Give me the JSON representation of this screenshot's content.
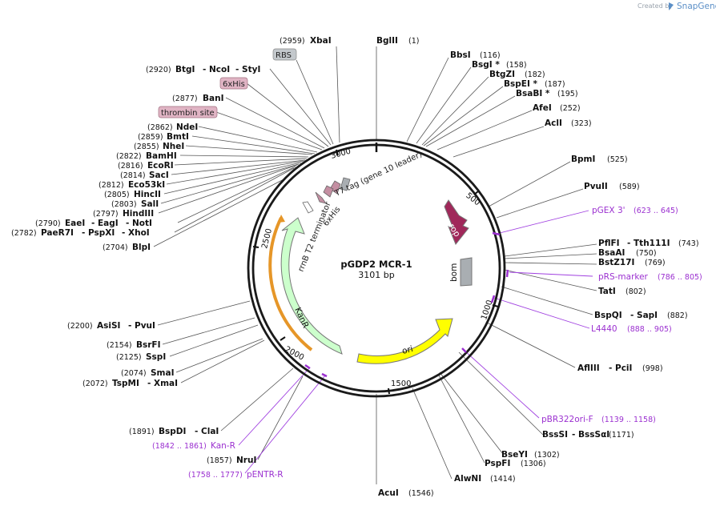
{
  "credit": {
    "created_by": "Created by",
    "brand": "SnapGene"
  },
  "plasmid": {
    "name": "pGDP2 MCR-1",
    "size": "3101 bp"
  },
  "ticks": [
    "500",
    "1000",
    "1500",
    "2000",
    "2500",
    "3000"
  ],
  "features": {
    "rop": "rop",
    "bom": "bom",
    "ori": "ori",
    "kanr": "KanR",
    "rrnb": "rrnB T2 terminator",
    "t7tag": "T7 tag (gene 10 leader)",
    "his": "6xHis"
  },
  "tags": {
    "rbs": "RBS",
    "his": "6xHis",
    "thrombin": "thrombin site"
  },
  "enzymes_left": [
    {
      "pos": "(2959)",
      "names": [
        "XbaI"
      ]
    },
    {
      "pos": "(2920)",
      "names": [
        "BtgI",
        "- NcoI",
        "- StyI"
      ]
    },
    {
      "pos": "(2877)",
      "names": [
        "BanI"
      ]
    },
    {
      "pos": "(2862)",
      "names": [
        "NdeI"
      ]
    },
    {
      "pos": "(2859)",
      "names": [
        "BmtI"
      ]
    },
    {
      "pos": "(2855)",
      "names": [
        "NheI"
      ]
    },
    {
      "pos": "(2822)",
      "names": [
        "BamHI"
      ]
    },
    {
      "pos": "(2816)",
      "names": [
        "EcoRI"
      ]
    },
    {
      "pos": "(2814)",
      "names": [
        "SacI"
      ]
    },
    {
      "pos": "(2812)",
      "names": [
        "Eco53kI"
      ]
    },
    {
      "pos": "(2805)",
      "names": [
        "HincII"
      ]
    },
    {
      "pos": "(2803)",
      "names": [
        "SalI"
      ]
    },
    {
      "pos": "(2797)",
      "names": [
        "HindIII"
      ]
    },
    {
      "pos": "(2790)",
      "names": [
        "EaeI",
        "- EagI",
        "- NotI"
      ]
    },
    {
      "pos": "(2782)",
      "names": [
        "PaeR7I",
        "- PspXI",
        "- XhoI"
      ]
    },
    {
      "pos": "(2704)",
      "names": [
        "BlpI"
      ]
    },
    {
      "pos": "(2200)",
      "names": [
        "AsiSI",
        "- PvuI"
      ]
    },
    {
      "pos": "(2154)",
      "names": [
        "BsrFI"
      ]
    },
    {
      "pos": "(2125)",
      "names": [
        "SspI"
      ]
    },
    {
      "pos": "(2074)",
      "names": [
        "SmaI"
      ]
    },
    {
      "pos": "(2072)",
      "names": [
        "TspMI",
        "- XmaI"
      ]
    },
    {
      "pos": "(1891)",
      "names": [
        "BspDI",
        "- ClaI"
      ]
    },
    {
      "pos": "(1857)",
      "names": [
        "NruI"
      ]
    }
  ],
  "enzymes_right": [
    {
      "pos": "(1)",
      "names": [
        "BglII"
      ]
    },
    {
      "pos": "(116)",
      "names": [
        "BbsI"
      ]
    },
    {
      "pos": "(158)",
      "names": [
        "BsgI *"
      ]
    },
    {
      "pos": "(182)",
      "names": [
        "BtgZI"
      ]
    },
    {
      "pos": "(187)",
      "names": [
        "BspEI *"
      ]
    },
    {
      "pos": "(195)",
      "names": [
        "BsaBI *"
      ]
    },
    {
      "pos": "(252)",
      "names": [
        "AfeI"
      ]
    },
    {
      "pos": "(323)",
      "names": [
        "AclI"
      ]
    },
    {
      "pos": "(525)",
      "names": [
        "BpmI"
      ]
    },
    {
      "pos": "(589)",
      "names": [
        "PvuII"
      ]
    },
    {
      "pos": "(743)",
      "names": [
        "PflFI",
        "- Tth111I"
      ]
    },
    {
      "pos": "(750)",
      "names": [
        "BsaAI"
      ]
    },
    {
      "pos": "(769)",
      "names": [
        "BstZ17I"
      ]
    },
    {
      "pos": "(802)",
      "names": [
        "TatI"
      ]
    },
    {
      "pos": "(882)",
      "names": [
        "BspQI",
        "- SapI"
      ]
    },
    {
      "pos": "(998)",
      "names": [
        "AflIII",
        "- PciI"
      ]
    },
    {
      "pos": "(1171)",
      "names": [
        "BssSI",
        "- BssSαI"
      ]
    },
    {
      "pos": "(1302)",
      "names": [
        "BseYI"
      ]
    },
    {
      "pos": "(1306)",
      "names": [
        "PspFI"
      ]
    },
    {
      "pos": "(1414)",
      "names": [
        "AlwNI"
      ]
    },
    {
      "pos": "(1546)",
      "names": [
        "AcuI"
      ]
    }
  ],
  "primers": [
    {
      "name": "pGEX 3'",
      "range": "(623 .. 645)"
    },
    {
      "name": "pRS-marker",
      "range": "(786 .. 805)"
    },
    {
      "name": "L4440",
      "range": "(888 .. 905)"
    },
    {
      "name": "pBR322ori-F",
      "range": "(1139 .. 1158)"
    },
    {
      "name": "Kan-R",
      "range": "(1842 .. 1861)"
    },
    {
      "name": "pENTR-R",
      "range": "(1758 .. 1777)"
    }
  ]
}
